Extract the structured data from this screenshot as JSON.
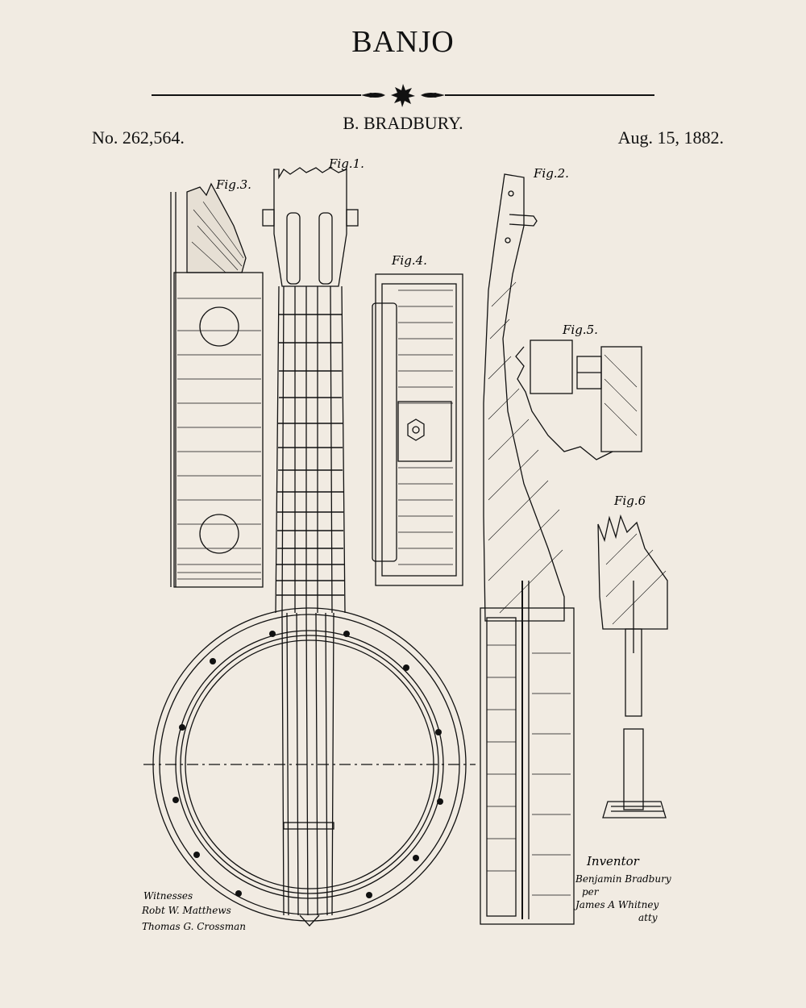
{
  "header": {
    "title": "BANJO",
    "inventor": "B. BRADBURY.",
    "patent_number": "No. 262,564.",
    "date": "Aug. 15, 1882."
  },
  "figures": {
    "fig1": "Fig.1.",
    "fig2": "Fig.2.",
    "fig3": "Fig.3.",
    "fig4": "Fig.4.",
    "fig5": "Fig.5.",
    "fig6": "Fig.6"
  },
  "witnesses": {
    "heading": "Witnesses",
    "line1": "Robt W. Matthews",
    "line2": "Thomas G. Crossman"
  },
  "inventor_block": {
    "heading": "Inventor",
    "line1": "Benjamin Bradbury",
    "line2": "per",
    "line3": "James A Whitney",
    "line4": "atty"
  },
  "colors": {
    "paper": "#f1ebe2",
    "ink": "#111111"
  }
}
